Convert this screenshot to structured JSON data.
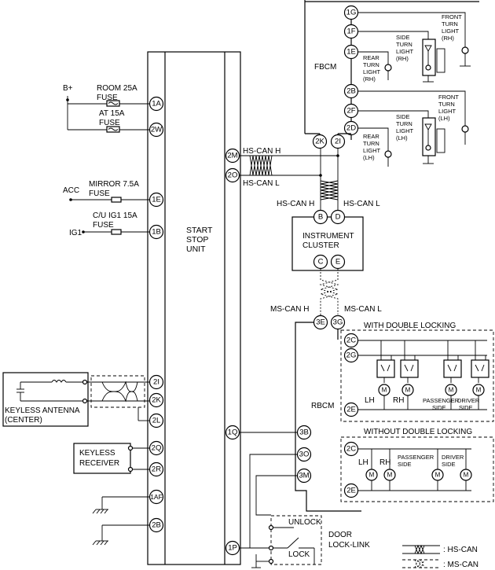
{
  "labels": {
    "b_plus": "B+",
    "room_fuse": "ROOM 25A",
    "room_fuse_b": "FUSE",
    "at_fuse": "AT 15A",
    "at_fuse_b": "FUSE",
    "acc": "ACC",
    "mirror_fuse": "MIRROR 7.5A",
    "mirror_fuse_b": "FUSE",
    "ig1": "IG1",
    "cu_fuse": "C/U IG1 15A",
    "cu_fuse_b": "FUSE",
    "ssu_1": "START",
    "ssu_2": "STOP",
    "ssu_3": "UNIT",
    "hs_can_h": "HS-CAN H",
    "hs_can_l": "HS-CAN L",
    "ic_can_h": "HS-CAN H",
    "ic_can_l": "HS-CAN L",
    "ic_1": "INSTRUMENT",
    "ic_2": "CLUSTER",
    "ms_can_h": "MS-CAN H",
    "ms_can_l": "MS-CAN L",
    "fbcm": "FBCM",
    "rbcm": "RBCM",
    "front_turn_rh": [
      "FRONT",
      "TURN",
      "LIGHT",
      "(RH)"
    ],
    "side_turn_rh": [
      "SIDE",
      "TURN",
      "LIGHT",
      "(RH)"
    ],
    "rear_turn_rh": [
      "REAR",
      "TURN",
      "LIGHT",
      "(RH)"
    ],
    "front_turn_lh": [
      "FRONT",
      "TURN",
      "LIGHT",
      "(LH)"
    ],
    "side_turn_lh": [
      "SIDE",
      "TURN",
      "LIGHT",
      "(LH)"
    ],
    "rear_turn_lh": [
      "REAR",
      "TURN",
      "LIGHT",
      "(LH)"
    ],
    "with_dl": "WITH DOUBLE LOCKING",
    "without_dl": "WITHOUT DOUBLE LOCKING",
    "lh": "LH",
    "rh": "RH",
    "passenger_1": "PASSENGER",
    "passenger_2": "SIDE",
    "driver_1": "DRIVER",
    "driver_2": "SIDE",
    "lh2": "LH",
    "rh2": "RH",
    "passenger2_1": "PASSENGER",
    "passenger2_2": "SIDE",
    "driver2_1": "DRIVER",
    "driver2_2": "SIDE",
    "keyless_antenna_1": "KEYLESS ANTENNA",
    "keyless_antenna_2": "(CENTER)",
    "keyless_receiver_1": "KEYLESS",
    "keyless_receiver_2": "RECEIVER",
    "unlock": "UNLOCK",
    "lock": "LOCK",
    "door_1": "DOOR",
    "door_2": "LOCK-LINK",
    "legend_hs": ": HS-CAN",
    "legend_ms": ": MS-CAN",
    "motor": "M"
  },
  "pins": {
    "p1A": "1A",
    "p2W": "2W",
    "p1E": "1E",
    "p1B": "1B",
    "p2I": "2I",
    "p2K": "2K",
    "p2L": "2L",
    "p2Q": "2Q",
    "p2R": "2R",
    "p1AF": "1AF",
    "p2B": "2B",
    "p2M": "2M",
    "p2O": "2O",
    "p1Q": "1Q",
    "p1P": "1P",
    "f1G": "1G",
    "f1F": "1F",
    "f1E": "1E",
    "f2B": "2B",
    "f2F": "2F",
    "f2D": "2D",
    "f2K": "2K",
    "f2I": "2I",
    "icB": "B",
    "icD": "D",
    "icC": "C",
    "icE": "E",
    "r3E": "3E",
    "r3G": "3G",
    "r2C": "2C",
    "r2G": "2G",
    "r2E": "2E",
    "r3B": "3B",
    "r3O": "3O",
    "r3M": "3M",
    "r2C2": "2C",
    "r2E2": "2E"
  }
}
